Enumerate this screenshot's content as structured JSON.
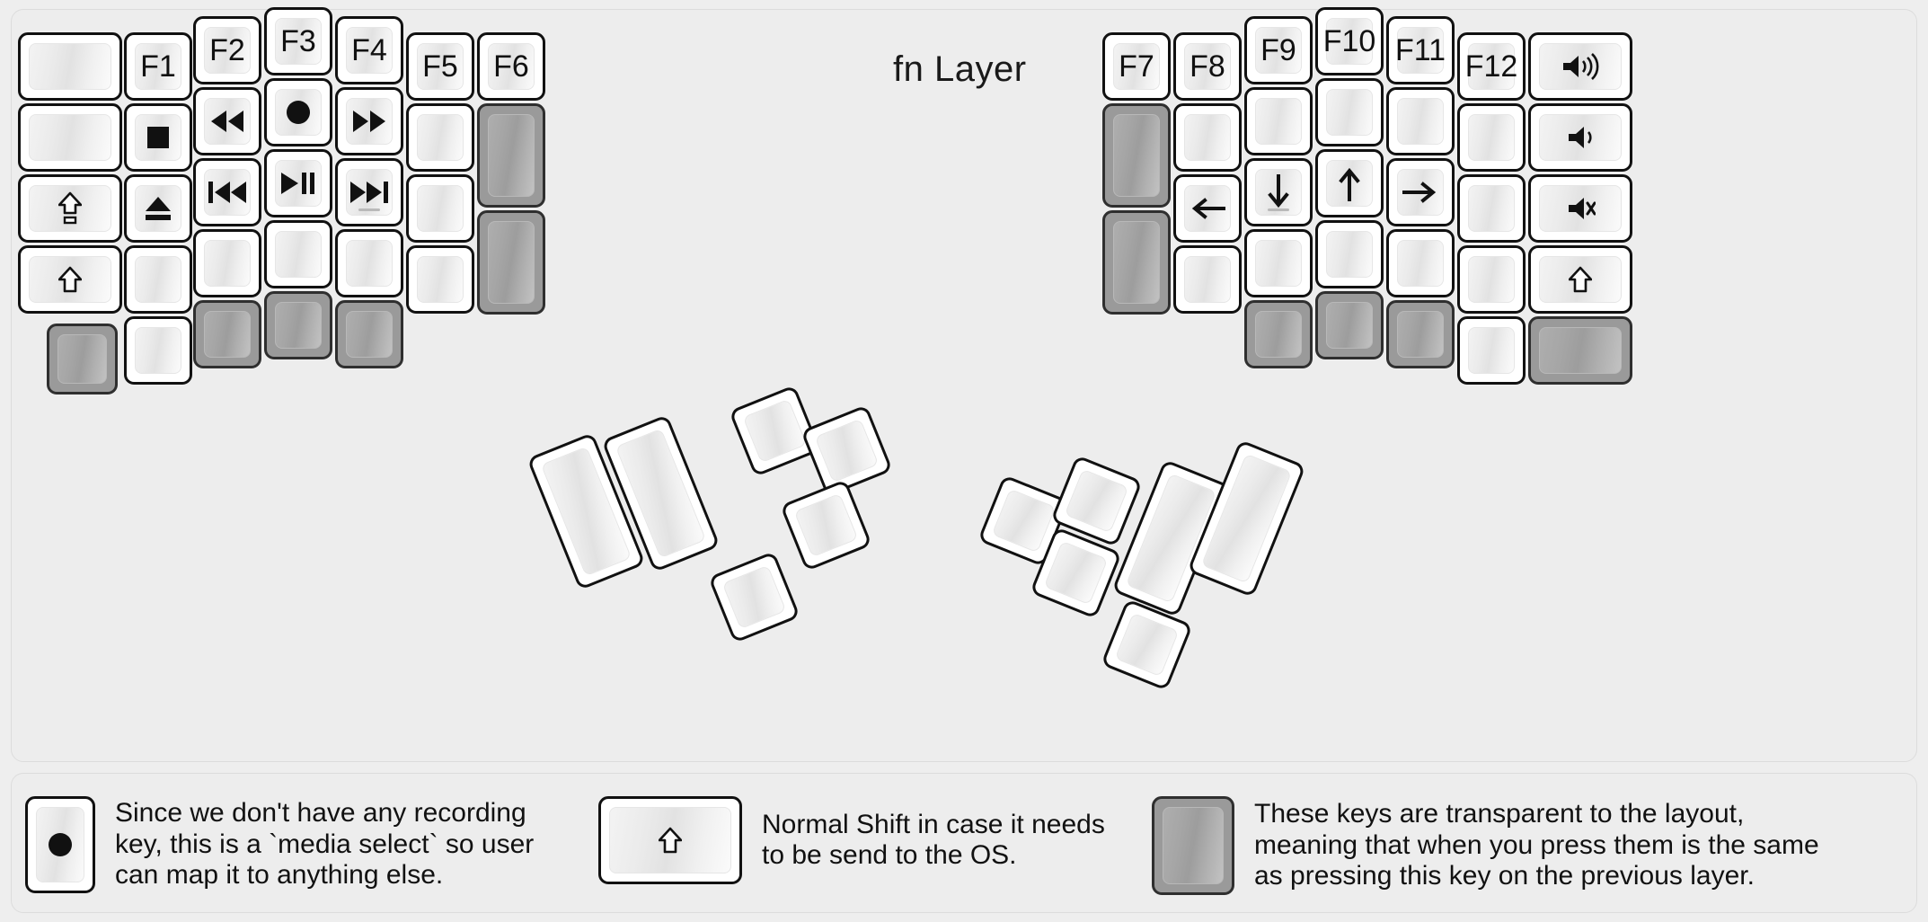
{
  "title": "fn Layer",
  "colors": {
    "background": "#eeeeee",
    "panel": "#ededed",
    "key_border": "#111111",
    "key_face": "#ffffff",
    "transparent_key": "#9a9a9a",
    "text": "#111111"
  },
  "legend_strip": [
    {
      "key_icon": "record-dot-icon",
      "key_style": "normal",
      "text": "Since we don't have any recording\nkey, this is a `media select` so user\ncan map it to anything else."
    },
    {
      "key_icon": "shift-arrow-icon",
      "key_style": "normal",
      "text": "Normal Shift in case it needs\nto be send to the OS."
    },
    {
      "key_icon": "",
      "key_style": "transparent",
      "text": "These keys are transparent to the layout,\nmeaning that when you press them is the same\nas pressing this key on the previous layer."
    }
  ],
  "left_half": {
    "columns": [
      {
        "name": "col-pinky-outer",
        "keys": [
          {
            "label": "",
            "icon": "",
            "style": "normal"
          },
          {
            "label": "",
            "icon": "",
            "style": "normal"
          },
          {
            "label": "",
            "icon": "caps-lock-icon",
            "style": "normal"
          },
          {
            "label": "",
            "icon": "shift-arrow-icon",
            "style": "normal"
          }
        ]
      },
      {
        "name": "col-pinky",
        "keys": [
          {
            "label": "F1",
            "icon": "",
            "style": "normal"
          },
          {
            "label": "",
            "icon": "media-stop-icon",
            "style": "normal"
          },
          {
            "label": "",
            "icon": "media-eject-icon",
            "style": "normal"
          },
          {
            "label": "",
            "icon": "",
            "style": "normal"
          },
          {
            "label": "",
            "icon": "",
            "style": "normal"
          }
        ],
        "bottom_transparent_left": true
      },
      {
        "name": "col-ring",
        "keys": [
          {
            "label": "F2",
            "icon": "",
            "style": "normal"
          },
          {
            "label": "",
            "icon": "media-rewind-icon",
            "style": "normal"
          },
          {
            "label": "",
            "icon": "media-prev-track-icon",
            "style": "normal"
          },
          {
            "label": "",
            "icon": "",
            "style": "normal"
          },
          {
            "label": "",
            "icon": "",
            "style": "transparent"
          }
        ]
      },
      {
        "name": "col-middle",
        "keys": [
          {
            "label": "F3",
            "icon": "",
            "style": "normal"
          },
          {
            "label": "",
            "icon": "record-dot-icon",
            "style": "normal"
          },
          {
            "label": "",
            "icon": "media-play-pause-icon",
            "style": "normal"
          },
          {
            "label": "",
            "icon": "",
            "style": "normal"
          },
          {
            "label": "",
            "icon": "",
            "style": "transparent"
          }
        ]
      },
      {
        "name": "col-index",
        "keys": [
          {
            "label": "F4",
            "icon": "",
            "style": "normal"
          },
          {
            "label": "",
            "icon": "media-fast-forward-icon",
            "style": "normal"
          },
          {
            "label": "",
            "icon": "media-next-track-icon",
            "style": "normal",
            "underbar": true
          },
          {
            "label": "",
            "icon": "",
            "style": "normal"
          },
          {
            "label": "",
            "icon": "",
            "style": "transparent"
          }
        ]
      },
      {
        "name": "col-index-inner",
        "keys": [
          {
            "label": "F5",
            "icon": "",
            "style": "normal"
          },
          {
            "label": "",
            "icon": "",
            "style": "normal"
          },
          {
            "label": "",
            "icon": "",
            "style": "normal"
          },
          {
            "label": "",
            "icon": "",
            "style": "normal"
          }
        ]
      },
      {
        "name": "col-inner",
        "keys": [
          {
            "label": "F6",
            "icon": "",
            "style": "normal"
          },
          {
            "label": "",
            "icon": "",
            "style": "transparent",
            "tall": true
          },
          {
            "label": "",
            "icon": "",
            "style": "transparent",
            "tall": true
          }
        ]
      }
    ],
    "thumb_cluster": [
      {
        "name": "thumb-big-outer",
        "size": "2u",
        "style": "normal"
      },
      {
        "name": "thumb-big-inner",
        "size": "2u",
        "style": "normal"
      },
      {
        "name": "thumb-top",
        "size": "1u",
        "style": "normal"
      },
      {
        "name": "thumb-mid",
        "size": "1u",
        "style": "normal"
      },
      {
        "name": "thumb-bottom",
        "size": "1u",
        "style": "normal"
      },
      {
        "name": "thumb-far",
        "size": "1u",
        "style": "normal"
      }
    ]
  },
  "right_half": {
    "columns": [
      {
        "name": "col-inner",
        "keys": [
          {
            "label": "F7",
            "icon": "",
            "style": "normal"
          },
          {
            "label": "",
            "icon": "",
            "style": "transparent",
            "tall": true
          },
          {
            "label": "",
            "icon": "",
            "style": "transparent",
            "tall": true
          }
        ]
      },
      {
        "name": "col-index-inner",
        "keys": [
          {
            "label": "F8",
            "icon": "",
            "style": "normal"
          },
          {
            "label": "",
            "icon": "",
            "style": "normal"
          },
          {
            "label": "",
            "icon": "arrow-left-icon",
            "style": "normal"
          },
          {
            "label": "",
            "icon": "",
            "style": "normal"
          }
        ]
      },
      {
        "name": "col-index",
        "keys": [
          {
            "label": "F9",
            "icon": "",
            "style": "normal"
          },
          {
            "label": "",
            "icon": "",
            "style": "normal"
          },
          {
            "label": "",
            "icon": "arrow-down-icon",
            "style": "normal",
            "underbar": true
          },
          {
            "label": "",
            "icon": "",
            "style": "normal"
          },
          {
            "label": "",
            "icon": "",
            "style": "transparent"
          }
        ]
      },
      {
        "name": "col-middle",
        "keys": [
          {
            "label": "F10",
            "icon": "",
            "style": "normal"
          },
          {
            "label": "",
            "icon": "",
            "style": "normal"
          },
          {
            "label": "",
            "icon": "arrow-up-icon",
            "style": "normal"
          },
          {
            "label": "",
            "icon": "",
            "style": "normal"
          },
          {
            "label": "",
            "icon": "",
            "style": "transparent"
          }
        ]
      },
      {
        "name": "col-ring",
        "keys": [
          {
            "label": "F11",
            "icon": "",
            "style": "normal"
          },
          {
            "label": "",
            "icon": "",
            "style": "normal"
          },
          {
            "label": "",
            "icon": "arrow-right-icon",
            "style": "normal"
          },
          {
            "label": "",
            "icon": "",
            "style": "normal"
          },
          {
            "label": "",
            "icon": "",
            "style": "transparent"
          }
        ]
      },
      {
        "name": "col-pinky",
        "keys": [
          {
            "label": "F12",
            "icon": "",
            "style": "normal"
          },
          {
            "label": "",
            "icon": "",
            "style": "normal"
          },
          {
            "label": "",
            "icon": "",
            "style": "normal"
          },
          {
            "label": "",
            "icon": "",
            "style": "normal"
          },
          {
            "label": "",
            "icon": "",
            "style": "normal"
          }
        ]
      },
      {
        "name": "col-pinky-outer",
        "keys": [
          {
            "label": "",
            "icon": "volume-up-icon",
            "style": "normal"
          },
          {
            "label": "",
            "icon": "volume-down-icon",
            "style": "normal"
          },
          {
            "label": "",
            "icon": "volume-mute-icon",
            "style": "normal"
          },
          {
            "label": "",
            "icon": "shift-arrow-icon",
            "style": "normal"
          },
          {
            "label": "",
            "icon": "",
            "style": "transparent"
          }
        ]
      }
    ],
    "thumb_cluster": [
      {
        "name": "thumb-far",
        "size": "1u",
        "style": "normal"
      },
      {
        "name": "thumb-top",
        "size": "1u",
        "style": "normal"
      },
      {
        "name": "thumb-mid",
        "size": "1u",
        "style": "normal"
      },
      {
        "name": "thumb-bottom",
        "size": "1u",
        "style": "normal"
      },
      {
        "name": "thumb-big-inner",
        "size": "2u",
        "style": "normal"
      },
      {
        "name": "thumb-big-outer",
        "size": "2u",
        "style": "normal"
      }
    ]
  }
}
